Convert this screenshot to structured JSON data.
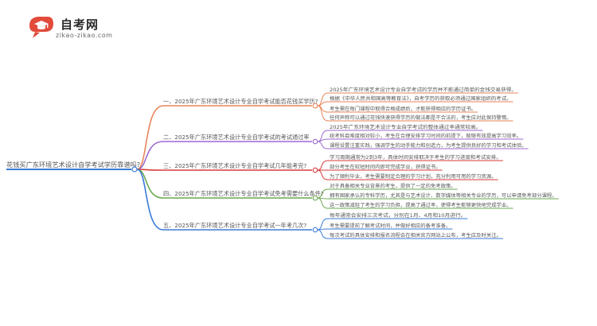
{
  "logo": {
    "title": "自考网",
    "subtitle": "zikao-zikao.com",
    "icon": "graduation-cap-icon"
  },
  "root": "花钱买广东环境艺术设计自学考试学历靠谱吗?",
  "branches": [
    {
      "label": "一、2025年广东环境艺术设计专业自学考试能否花钱买学历?",
      "color": "#e8855a",
      "children": [
        "2025年广东环境艺术设计专业自学考试的学历并不能通过简单的金钱交易获得。",
        "根据《中华人民共和国高等教育法》，自考学历的获取必须通过国家组织的考试。",
        "考生需在每门课程中取得合格成绩后，才能获得相应的学历证书。",
        "任何声称可以通过花钱快速获得学历的做法都是不合法的，考生应对此保持警惕。"
      ]
    },
    {
      "label": "二、2025年广东环境艺术设计专业自学考试的考试通过率",
      "color": "#9c6ad0",
      "children": [
        "2025年广东环境艺术设计专业自学考试的整体通过率通常较高。",
        "统考科目难度相对较小，考生在合理安排学习时间的前提下，能够有效提高学习效率。",
        "课程设置注重实践，强调学生的动手能力和创造力，为考生提供良好的学习和考试体验。"
      ]
    },
    {
      "label": "三、2025年广东环境艺术设计专业自学考试几年能考完?",
      "color": "#d93a3a",
      "children": [
        "学习周期通常为2到3年，具体时间安排取决于考生的学习进度和考试安排。",
        "部分考生在较短时间内即可完成学业，获得证书。",
        "为了顺利毕业，考生需要制定合理的学习计划，充分利用可用的学习资源。"
      ]
    },
    {
      "label": "四、2025年广东环境艺术设计专业自学考试免考需要什么条件?",
      "color": "#6aa84f",
      "children": [
        "对于具备相关专业背景的考生，提供了一定的免考政策。",
        "拥有国家承认的专科学历，尤其是与艺术设计、数字媒体等相关专业的学历，可以申请免考部分课程。",
        "这一政策减轻了考生的学习负担，提高了通过率，使得考生能够更快地完成学业。"
      ]
    },
    {
      "label": "五、2025年广东环境艺术设计专业自学考试一年考几次?",
      "color": "#3a7bd5",
      "children": [
        "每年通常会安排三次考试，分别在1月、4月和10月进行。",
        "考生需要提前了解考试时间，并做好相应的备考准备。",
        "每次考试的具体安排和报名流程会在相关官方网站上公布，考生应及时关注。"
      ]
    }
  ]
}
